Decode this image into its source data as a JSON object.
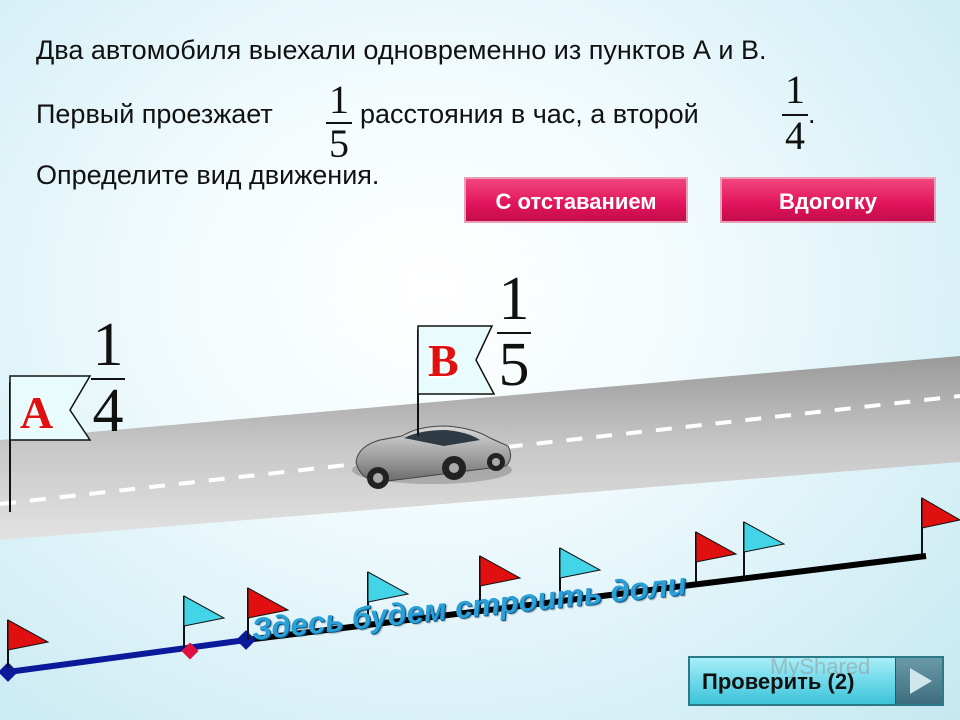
{
  "problem": {
    "line1": "Два автомобиля выехали одновременно из пунктов А и В.",
    "line2_start": "Первый проезжает",
    "line2_mid": "расстояния в час, а второй",
    "line2_end": ".",
    "line3": "Определите вид движения.",
    "frac_first": {
      "num": "1",
      "den": "5"
    },
    "frac_second": {
      "num": "1",
      "den": "4"
    }
  },
  "answers": {
    "lagging_label": "С отставанием",
    "catchup_label": "Вдогогку"
  },
  "scene": {
    "flag_a": {
      "letter": "A",
      "num": "1",
      "den": "4"
    },
    "flag_b": {
      "letter": "B",
      "num": "1",
      "den": "5"
    }
  },
  "caption": "Здесь будем строить доли",
  "check_button": {
    "label": "Проверить (2)"
  },
  "watermark": "MyShared",
  "colors": {
    "button_pink": "#e0145a",
    "flag_red": "#e01010",
    "flag_cyan": "#44d4e8",
    "caption_blue": "#2a9fd8",
    "segment_blue": "#0a1a9a"
  }
}
